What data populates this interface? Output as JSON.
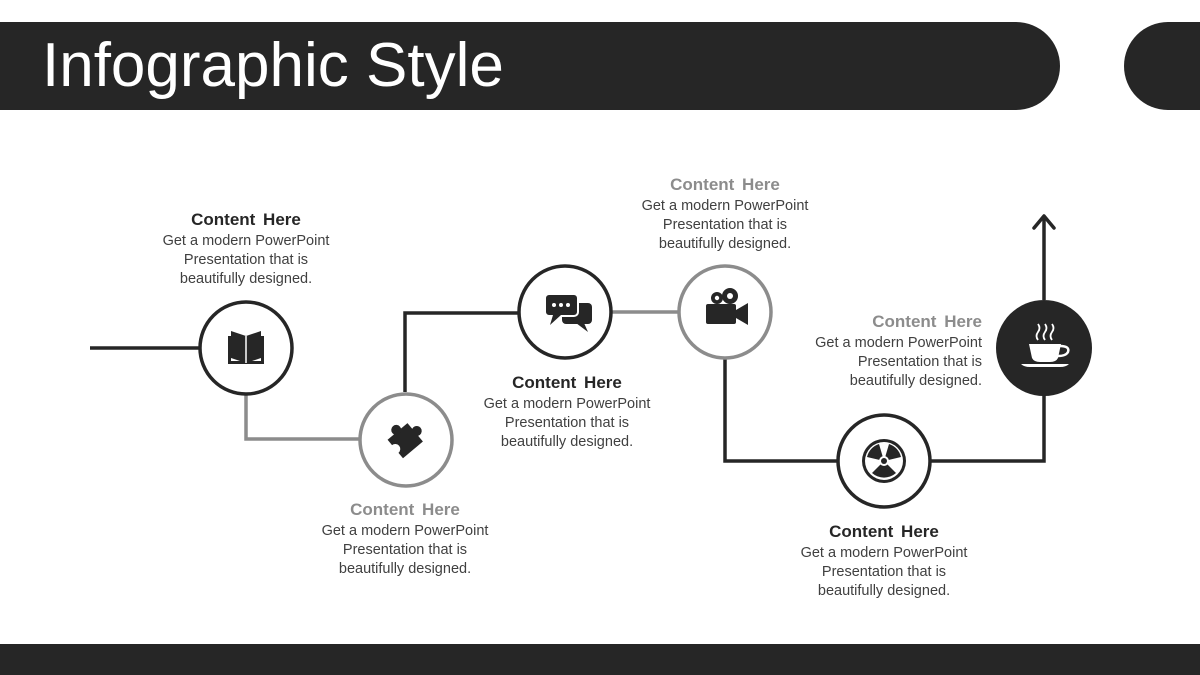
{
  "title": "Infographic Style",
  "colors": {
    "dark": "#262626",
    "gray": "#8c8c8c",
    "white": "#ffffff"
  },
  "steps": [
    {
      "heading": "Content  Here",
      "line1": "Get a modern PowerPoint",
      "line2": "Presentation that is",
      "line3": "beautifully designed.",
      "icon": "book-icon",
      "style": "dark"
    },
    {
      "heading": "Content  Here",
      "line1": "Get a modern PowerPoint",
      "line2": "Presentation that is",
      "line3": "beautifully designed.",
      "icon": "puzzle-icon",
      "style": "gray"
    },
    {
      "heading": "Content  Here",
      "line1": "Get a modern PowerPoint",
      "line2": "Presentation that is",
      "line3": "beautifully designed.",
      "icon": "chat-bubbles-icon",
      "style": "dark"
    },
    {
      "heading": "Content  Here",
      "line1": "Get a modern PowerPoint",
      "line2": "Presentation that is",
      "line3": "beautifully designed.",
      "icon": "video-camera-icon",
      "style": "gray"
    },
    {
      "heading": "Content  Here",
      "line1": "Get a modern PowerPoint",
      "line2": "Presentation that is",
      "line3": "beautifully designed.",
      "icon": "radiation-icon",
      "style": "dark"
    },
    {
      "heading": "Content  Here",
      "line1": "Get a modern PowerPoint",
      "line2": "Presentation that is",
      "line3": "beautifully designed.",
      "icon": "coffee-cup-icon",
      "style": "gray"
    }
  ]
}
